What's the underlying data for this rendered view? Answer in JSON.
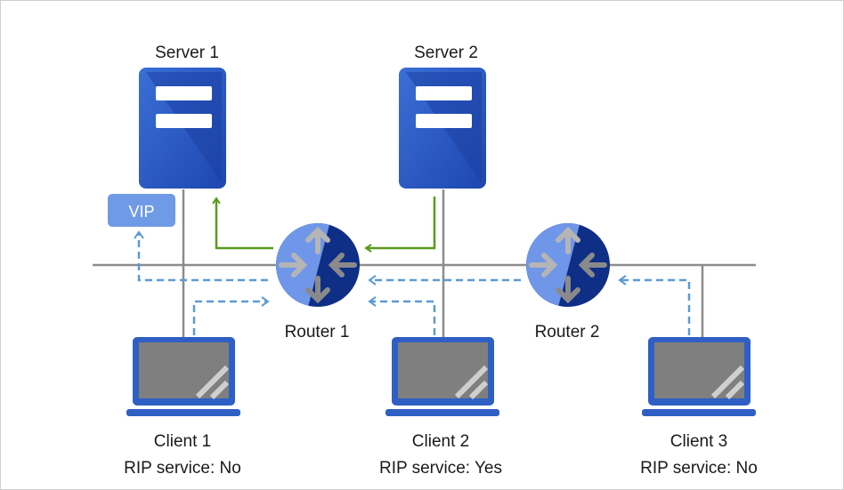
{
  "servers": [
    {
      "label": "Server 1"
    },
    {
      "label": "Server 2"
    }
  ],
  "vip": {
    "label": "VIP"
  },
  "routers": [
    {
      "label": "Router 1"
    },
    {
      "label": "Router 2"
    }
  ],
  "clients": [
    {
      "label": "Client 1",
      "rip": "RIP service: No"
    },
    {
      "label": "Client 2",
      "rip": "RIP service: Yes"
    },
    {
      "label": "Client 3",
      "rip": "RIP service: No"
    }
  ],
  "colors": {
    "device_blue": "#2f5fc4",
    "device_dark": "#173a9c",
    "router_light": "#6f96e8",
    "router_dark": "#0f2e86",
    "vip_fill": "#6f9be6",
    "network_line": "#8c8c8c",
    "server_path": "#5a9a1e",
    "client_path": "#5b9bd5",
    "screen_gray": "#7f7f7f"
  }
}
